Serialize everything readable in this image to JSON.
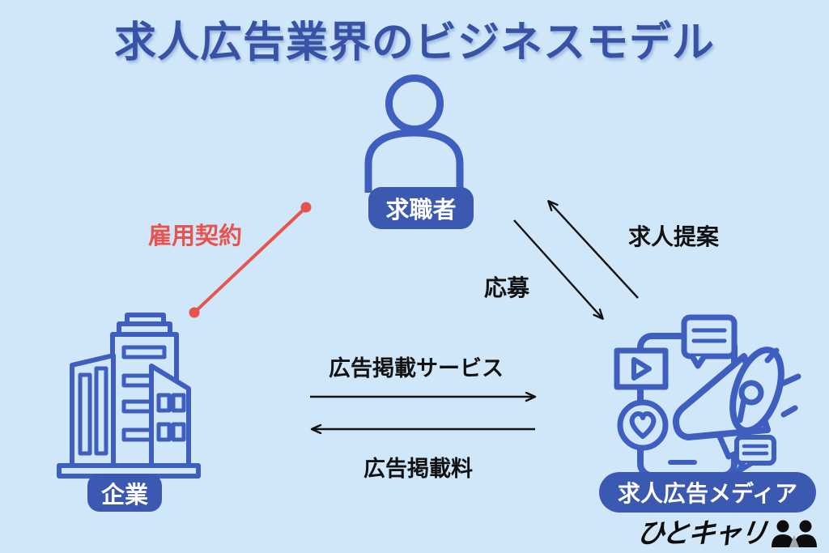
{
  "title": "求人広告業界のビジネスモデル",
  "nodes": {
    "job_seeker": {
      "label": "求職者",
      "icon": "person-icon"
    },
    "company": {
      "label": "企業",
      "icon": "office-building-icon"
    },
    "media": {
      "label": "求人広告メディア",
      "icon": "smartphone-megaphone-icon"
    }
  },
  "relations": {
    "employment_contract": {
      "label": "雇用契約",
      "from": "company",
      "to": "job_seeker",
      "style": "red-line-with-dots"
    },
    "job_proposal": {
      "label": "求人提案",
      "from": "media",
      "to": "job_seeker",
      "style": "black-arrow"
    },
    "application": {
      "label": "応募",
      "from": "job_seeker",
      "to": "media",
      "style": "black-arrow"
    },
    "ad_service": {
      "label": "広告掲載サービス",
      "from": "company",
      "to": "media",
      "style": "black-arrow"
    },
    "ad_fee": {
      "label": "広告掲載料",
      "from": "media",
      "to": "company",
      "style": "black-arrow"
    }
  },
  "logo": {
    "wordmark": "ひとキャリ",
    "icon": "two-people-icon"
  },
  "colors": {
    "background": "#cfe7f9",
    "title_blue": "#3852a6",
    "pill_blue": "#3b59b0",
    "icon_blue": "#3e5fc0",
    "accent_red": "#e8534e",
    "arrow_black": "#111111"
  }
}
